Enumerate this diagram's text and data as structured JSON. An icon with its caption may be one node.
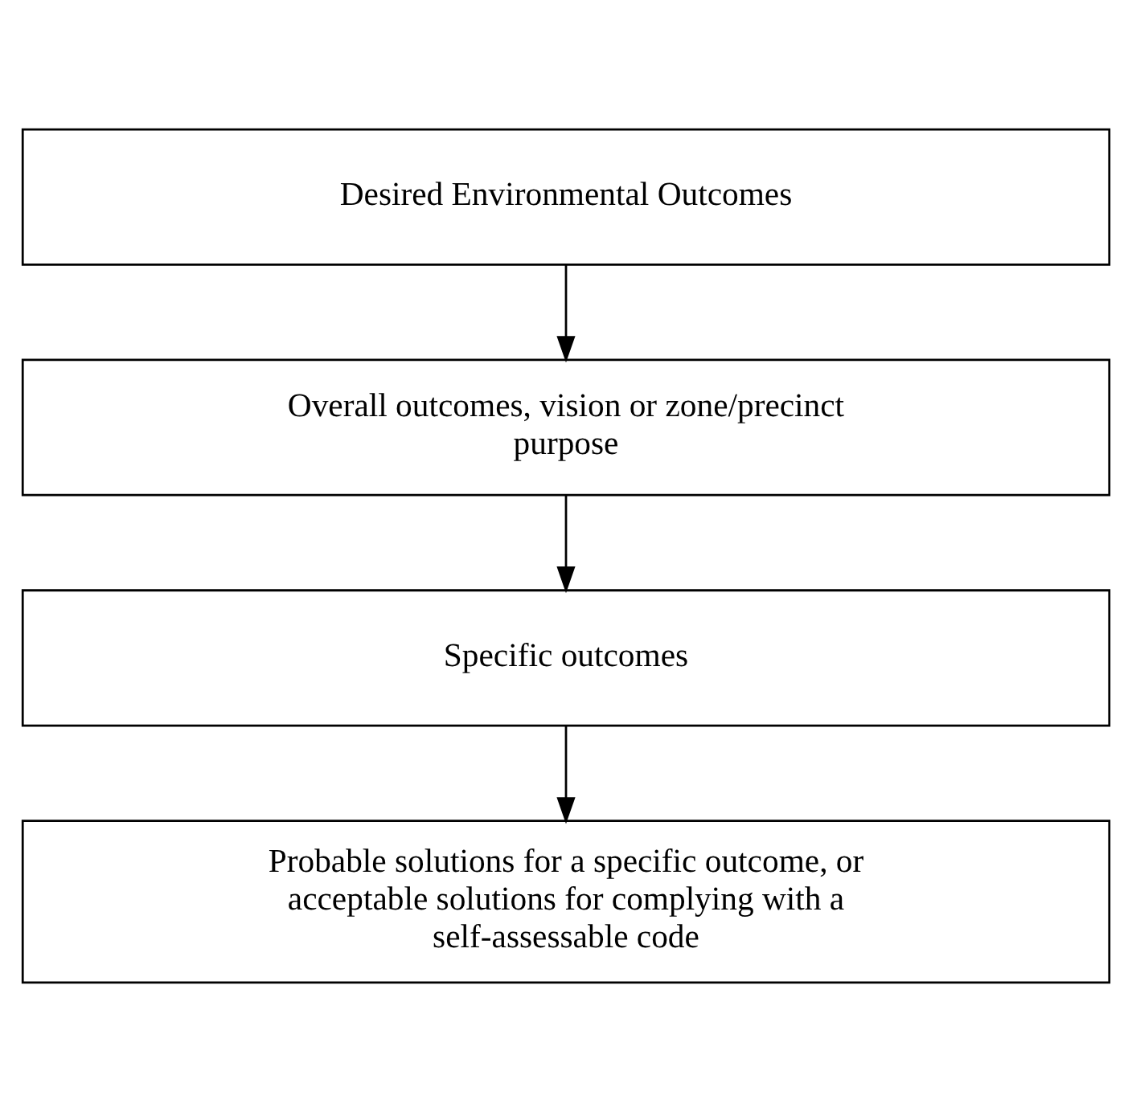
{
  "diagram": {
    "nodes": [
      {
        "text": [
          "Desired Environmental Outcomes"
        ]
      },
      {
        "text": [
          "Overall outcomes, vision or zone/precinct purpose"
        ]
      },
      {
        "text": [
          "Specific outcomes"
        ]
      },
      {
        "text": [
          "Probable solutions for a specific outcome, or acceptable solutions for complying with a self-assessable code"
        ]
      }
    ],
    "edges": [
      {
        "from": 0,
        "to": 1,
        "arrow": "to"
      },
      {
        "from": 1,
        "to": 2,
        "arrow": "to"
      },
      {
        "from": 2,
        "to": 3,
        "arrow": "to"
      }
    ]
  }
}
